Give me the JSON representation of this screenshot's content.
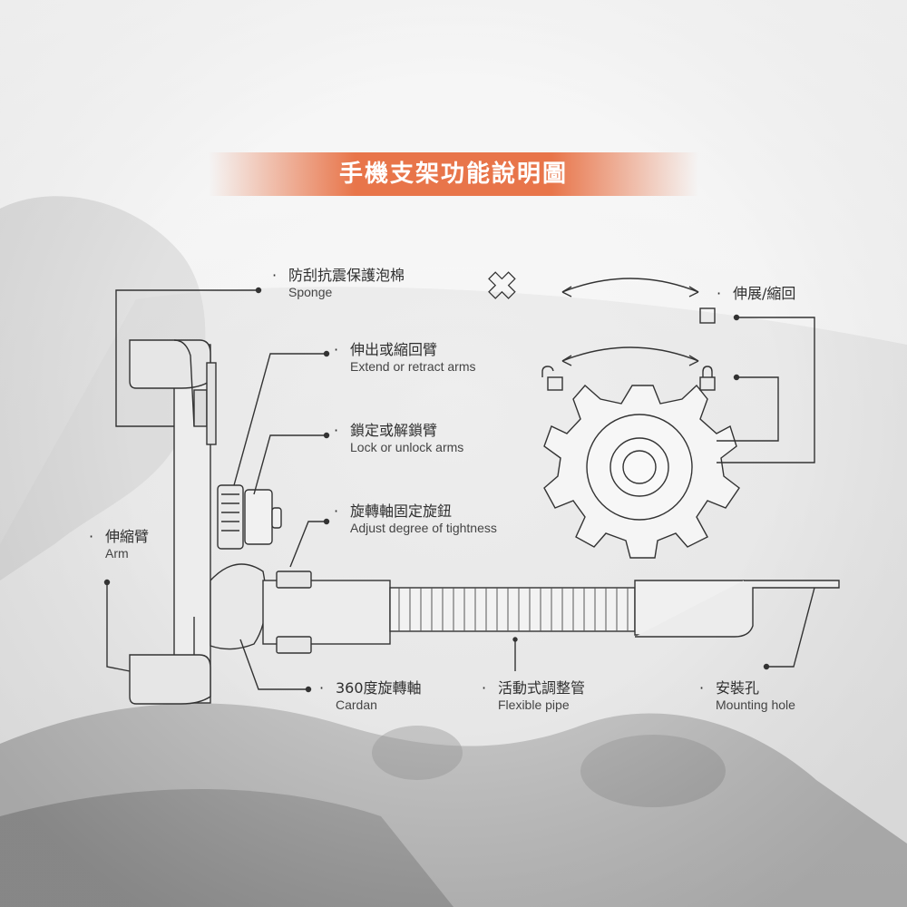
{
  "title": "手機支架功能說明圖",
  "labels": {
    "sponge": {
      "zh": "防刮抗震保護泡棉",
      "en": "Sponge"
    },
    "extend": {
      "zh": "伸出或縮回臂",
      "en": "Extend or retract arms"
    },
    "lock": {
      "zh": "鎖定或解鎖臂",
      "en": "Lock or unlock arms"
    },
    "knob": {
      "zh": "旋轉軸固定旋鈕",
      "en": "Adjust degree of tightness"
    },
    "arm": {
      "zh": "伸縮臂",
      "en": "Arm"
    },
    "cardan": {
      "zh": "360度旋轉軸",
      "en": "Cardan"
    },
    "pipe": {
      "zh": "活動式調整管",
      "en": "Flexible pipe"
    },
    "mount": {
      "zh": "安裝孔",
      "en": "Mounting hole"
    },
    "extend_retract": {
      "zh": "伸展/縮回"
    }
  },
  "colors": {
    "accent": "#e8754a",
    "line": "#333333"
  }
}
